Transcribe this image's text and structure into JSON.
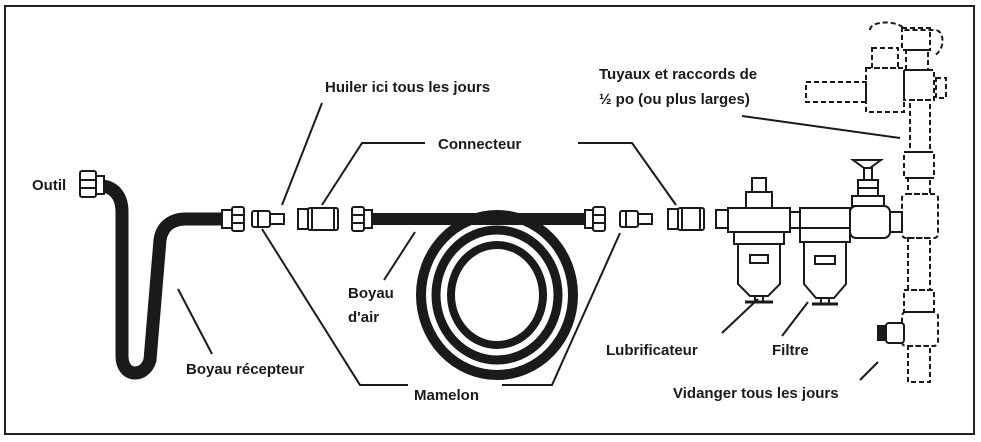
{
  "labels": {
    "outil": "Outil",
    "huiler": "Huiler ici tous les jours",
    "connecteur": "Connecteur",
    "tuyaux_line1": "Tuyaux et raccords de",
    "tuyaux_line2": "½ po (ou plus larges)",
    "boyau_air_line1": "Boyau",
    "boyau_air_line2": "d'air",
    "boyau_recepteur": "Boyau récepteur",
    "mamelon": "Mamelon",
    "lubrificateur": "Lubrificateur",
    "filtre": "Filtre",
    "vidanger": "Vidanger tous les jours"
  },
  "colors": {
    "hose": "#1a1a1a",
    "line": "#1a1a1a",
    "fill": "#ffffff"
  }
}
